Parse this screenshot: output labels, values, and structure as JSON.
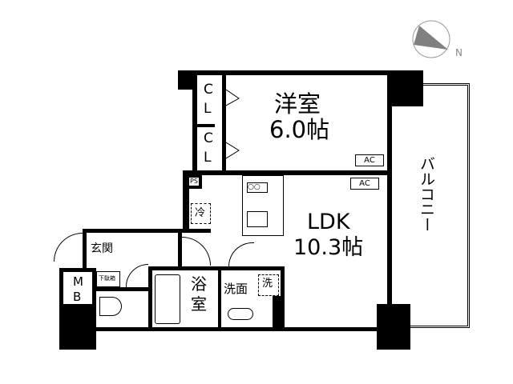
{
  "compass": {
    "label": "N",
    "fill_color": "#808080"
  },
  "rooms": {
    "bedroom": {
      "name": "洋室",
      "size": "6.0帖"
    },
    "ldk": {
      "name": "LDK",
      "size": "10.3帖"
    },
    "balcony": {
      "name": "バルコニー"
    },
    "closet_1": {
      "line1": "C",
      "line2": "L"
    },
    "closet_2": {
      "line1": "C",
      "line2": "L"
    },
    "entrance": {
      "name": "玄関"
    },
    "shoe_cabinet": {
      "name": "下駄箱"
    },
    "meter_box": {
      "line1": "M",
      "line2": "B"
    },
    "bathroom": {
      "line1": "浴",
      "line2": "室"
    },
    "washroom": {
      "name": "洗面"
    },
    "washer": {
      "name": "洗"
    },
    "fridge": {
      "name": "冷"
    },
    "pipe_space": {
      "name": "PS"
    }
  },
  "ac_units": [
    {
      "label": "AC"
    },
    {
      "label": "AC"
    }
  ]
}
